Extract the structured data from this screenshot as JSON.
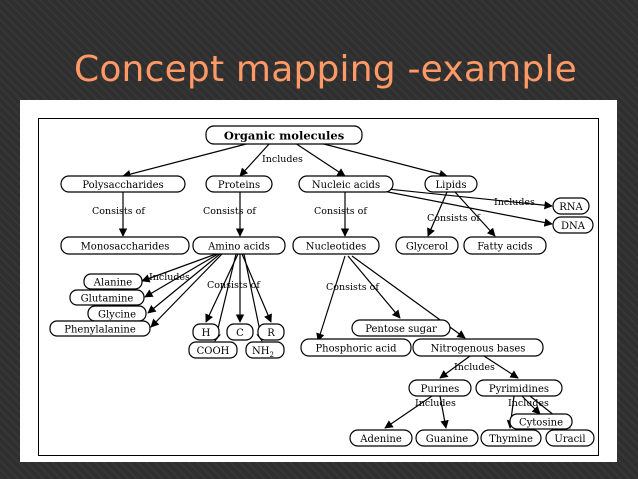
{
  "slide": {
    "title": "Concept mapping -example"
  },
  "concept_map": {
    "nodes": {
      "organic_molecules": "Organic molecules",
      "polysaccharides": "Polysaccharides",
      "proteins": "Proteins",
      "nucleic_acids": "Nucleic acids",
      "lipids": "Lipids",
      "rna": "RNA",
      "dna": "DNA",
      "monosaccharides": "Monosaccharides",
      "amino_acids": "Amino acids",
      "nucleotides": "Nucleotides",
      "glycerol": "Glycerol",
      "fatty_acids": "Fatty acids",
      "alanine": "Alanine",
      "glutamine": "Glutamine",
      "glycine": "Glycine",
      "phenylalanine": "Phenylalanine",
      "h": "H",
      "c": "C",
      "r": "R",
      "cooh": "COOH",
      "nh2": "NH",
      "nh2_sub": "2",
      "pentose_sugar": "Pentose sugar",
      "phosphoric_acid": "Phosphoric acid",
      "nitrogenous_bases": "Nitrogenous bases",
      "purines": "Purines",
      "pyrimidines": "Pyrimidines",
      "adenine": "Adenine",
      "guanine": "Guanine",
      "thymine": "Thymine",
      "cytosine": "Cytosine",
      "uracil": "Uracil"
    },
    "links": {
      "includes_root": "Includes",
      "consists_polysaccharides": "Consists of",
      "consists_proteins": "Consists of",
      "consists_nucleic": "Consists of",
      "consists_lipids": "Consists of",
      "includes_lipids": "Includes",
      "includes_amino": "Includes",
      "consists_amino": "Consists of",
      "consists_nucleotides": "Consists of",
      "includes_bases": "Includes",
      "includes_purines": "Includes",
      "includes_pyrimidines": "Includes"
    }
  }
}
